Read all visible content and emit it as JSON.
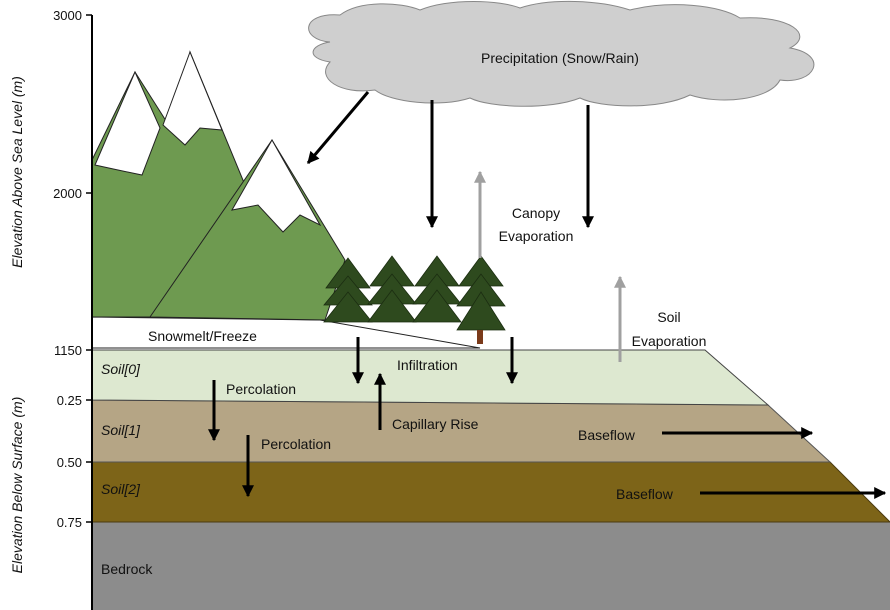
{
  "axis": {
    "upper_title": "Elevation Above Sea Level (m)",
    "lower_title": "Elevation Below Surface (m)",
    "upper_ticks": [
      "3000",
      "2000",
      "1150"
    ],
    "lower_ticks": [
      "0.25",
      "0.50",
      "0.75"
    ]
  },
  "labels": {
    "precipitation": "Precipitation (Snow/Rain)",
    "canopy_evap_1": "Canopy",
    "canopy_evap_2": "Evaporation",
    "soil_evap_1": "Soil",
    "soil_evap_2": "Evaporation",
    "snowmelt": "Snowmelt/Freeze",
    "infiltration": "Infiltration",
    "percolation_1": "Percolation",
    "percolation_2": "Percolation",
    "capillary_rise": "Capillary Rise",
    "baseflow_1": "Baseflow",
    "baseflow_2": "Baseflow"
  },
  "layers": {
    "soil0": "Soil[0]",
    "soil1": "Soil[1]",
    "soil2": "Soil[2]",
    "bedrock": "Bedrock"
  },
  "colors": {
    "mountain": "#6e9a50",
    "snow": "#ffffff",
    "tree": "#2e4a1e",
    "trunk": "#7a3a1a",
    "cloud": "#cfcfcf",
    "soil0": "#dde8d0",
    "soil1": "#b5a585",
    "soil2": "#7d6418",
    "bedrock": "#8c8c8c",
    "evap_arrow": "#a0a0a0"
  }
}
